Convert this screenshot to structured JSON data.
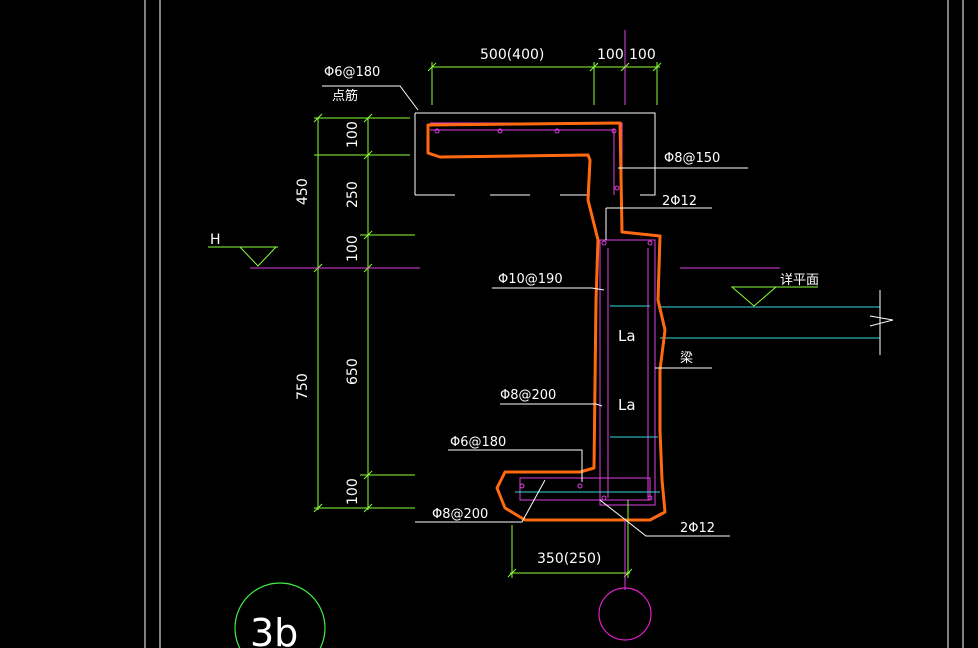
{
  "dimensions": {
    "top_width": "500(400)",
    "top_right_a": "100",
    "top_right_b": "100",
    "left_total_upper": "450",
    "left_total_lower": "750",
    "left_d1": "100",
    "left_d2": "250",
    "left_d3": "100",
    "left_d4": "650",
    "left_d5": "100",
    "bottom_width": "350(250)"
  },
  "labels": {
    "top_rebar": "Φ6@180",
    "top_rebar_note": "点筋",
    "rebar_right_top": "Φ8@150",
    "rebar_2phi12_top": "2Φ12",
    "rebar_phi10": "Φ10@190",
    "rebar_phi8_mid": "Φ8@200",
    "rebar_phi6_low": "Φ6@180",
    "rebar_phi8_bottom": "Φ8@200",
    "rebar_2phi12_bottom": "2Φ12",
    "anchor_la_1": "La",
    "anchor_la_2": "La",
    "beam": "梁",
    "elevation_h": "H",
    "detail_plan": "详平面",
    "detail_number": "3b"
  },
  "colors": {
    "background": "#000000",
    "dimension": "#8aff3a",
    "outline": "#ffffff",
    "rebar": "#e23ee2",
    "highlight": "#ff6a10",
    "cyan": "#37d6e0",
    "circle_magenta": "#e020c8",
    "circle_green": "#44ee44"
  }
}
